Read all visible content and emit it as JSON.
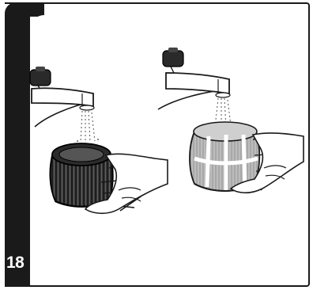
{
  "page": {
    "number": "18"
  },
  "illustrations": [
    {
      "name": "dark-filter-rinse",
      "icon": "faucet-icon",
      "object": "filter-icon"
    },
    {
      "name": "light-filter-rinse",
      "icon": "faucet-icon",
      "object": "filter-icon"
    }
  ],
  "colors": {
    "ink": "#1a1a1a",
    "filter_dark": "#2b2b2b",
    "filter_light": "#9a9a9a",
    "paper": "#ffffff"
  }
}
